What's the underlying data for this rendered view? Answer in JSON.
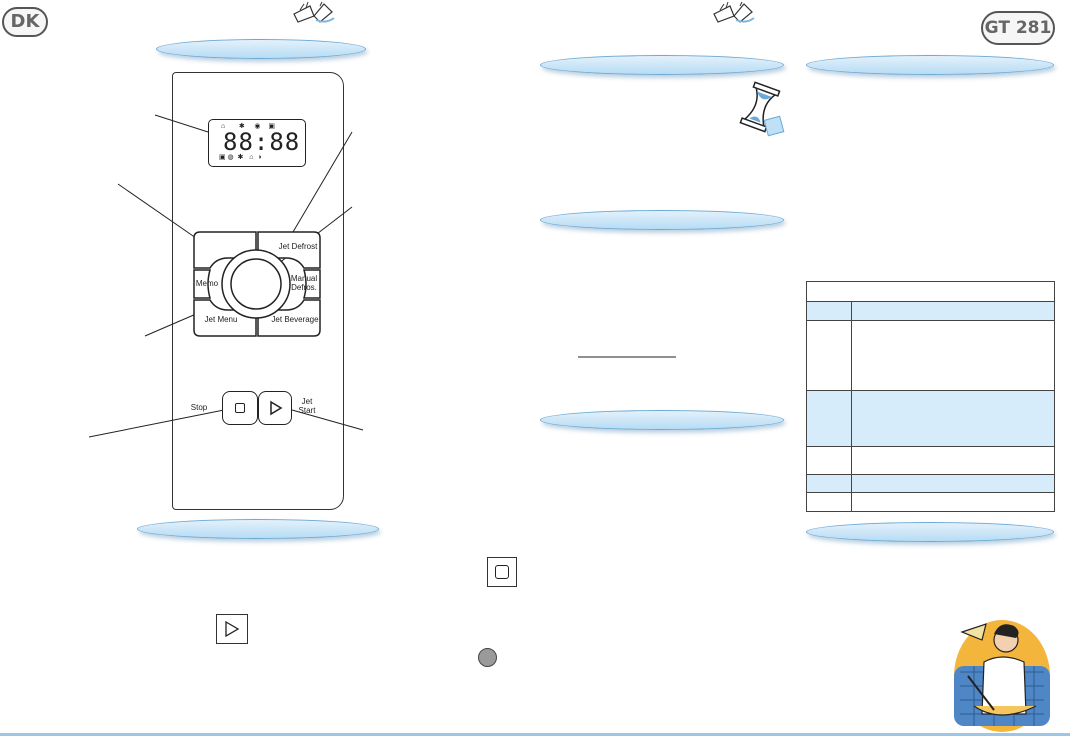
{
  "header": {
    "country_badge": "DK",
    "model_badge": "GT 281"
  },
  "display": {
    "digits": "88:88"
  },
  "panel": {
    "buttons": {
      "jet_defrost": "Jet Defrost",
      "memo": "Memo",
      "manual_defrost": "Manual Defros.",
      "jet_menu": "Jet Menu",
      "jet_beverage": "Jet Beverage"
    },
    "stop_label": "Stop",
    "start_label": "Jet Start"
  },
  "colors": {
    "pill_fill": "#b7dcf4",
    "pill_border": "#6da9d3",
    "table_highlight": "#d7ecfa",
    "footer_line": "#9cc6e6"
  },
  "icons": [
    "book-icon",
    "book-icon",
    "hourglass-icon",
    "stop-icon",
    "play-icon",
    "circle-icon",
    "chef-illustration"
  ]
}
